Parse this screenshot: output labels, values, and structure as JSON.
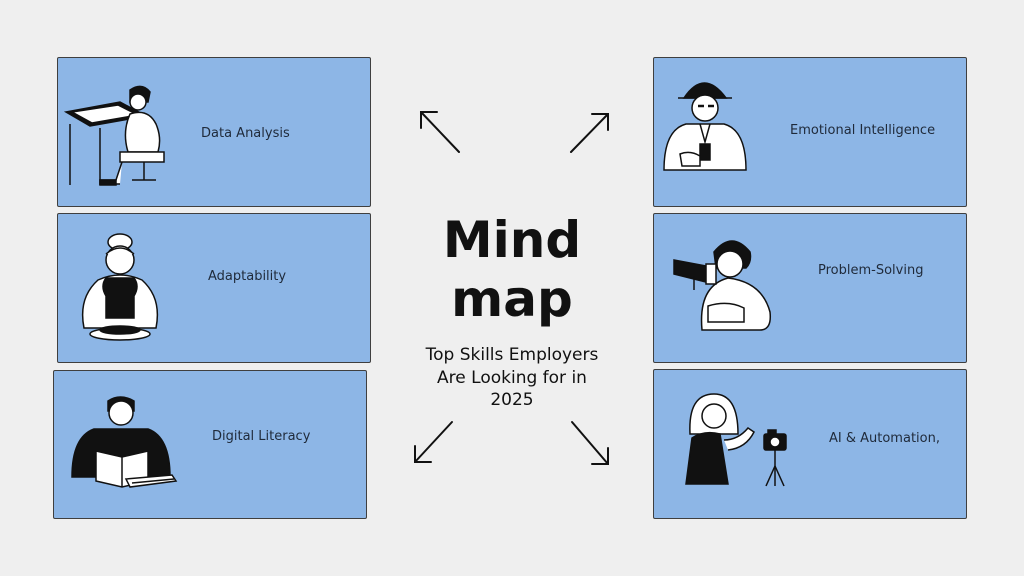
{
  "title": {
    "line1": "Mind",
    "line2": "map"
  },
  "subtitle": {
    "line1": "Top Skills Employers",
    "line2": "Are Looking for in",
    "line3": "2025"
  },
  "nodes": {
    "data_analysis": "Data Analysis",
    "adaptability": "Adaptability",
    "digital_literacy": "Digital Literacy",
    "emotional_intelligence": "Emotional Intelligence",
    "problem_solving": "Problem-Solving",
    "ai_automation": "AI & Automation,"
  },
  "colors": {
    "background": "#efefef",
    "card": "#8db6e6",
    "border": "#3f3f3f",
    "text": "#111111"
  }
}
